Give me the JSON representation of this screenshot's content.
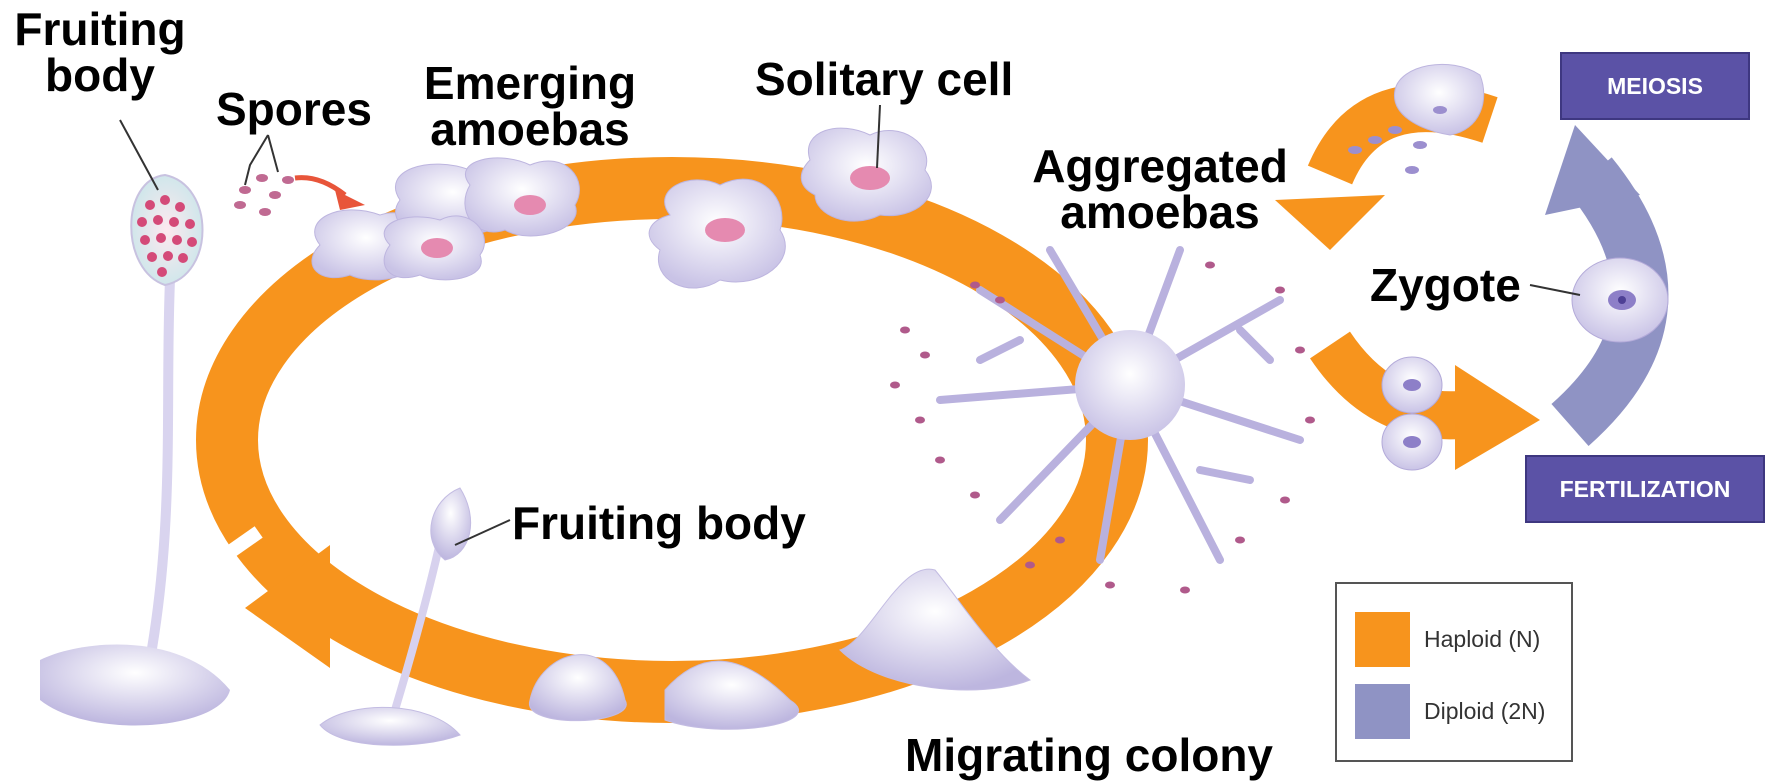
{
  "labels": {
    "fruiting_body_top": "Fruiting\nbody",
    "spores": "Spores",
    "emerging_amoebas": "Emerging\namoebas",
    "solitary_cell": "Solitary cell",
    "aggregated_amoebas": "Aggregated\namoebas",
    "zygote": "Zygote",
    "fruiting_body_inner": "Fruiting body",
    "migrating_colony": "Migrating colony"
  },
  "process_boxes": {
    "meiosis": "MEIOSIS",
    "fertilization": "FERTILIZATION"
  },
  "legend": {
    "items": [
      {
        "label": "Haploid (N)",
        "color": "#f7941d"
      },
      {
        "label": "Diploid (2N)",
        "color": "#8f93c4"
      }
    ]
  },
  "colors": {
    "haploid_arrow": "#f7941d",
    "diploid_arrow": "#8f93c4",
    "process_box": "#5b52a6",
    "cell_body": "#e9e5f5",
    "nucleus": "#e58ab0",
    "spore": "#b0487a"
  }
}
